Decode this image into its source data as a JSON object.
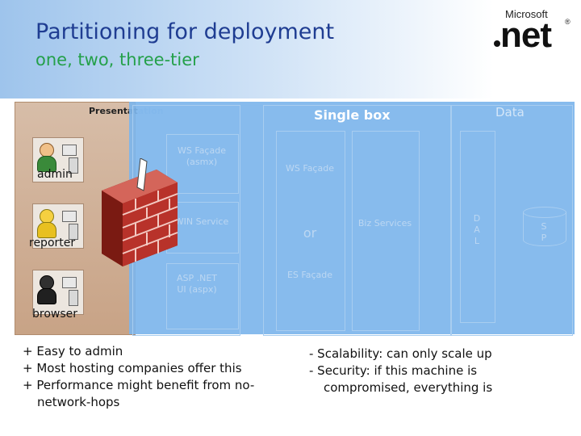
{
  "slide": {
    "title": "Partitioning for deployment",
    "subtitle": "one, two, three-tier"
  },
  "logo": {
    "company": "Microsoft",
    "tm": "®",
    "product": "net"
  },
  "presentation": {
    "label_visible": "Presentat",
    "label_faded": "ation",
    "users": [
      {
        "label": "admin"
      },
      {
        "label": "reporter"
      },
      {
        "label": "browser"
      }
    ]
  },
  "single_box": {
    "title": "Single box",
    "data_label": "Data",
    "ws_facade_asmx": "WS Façade (asmx)",
    "win_service": "WIN Service",
    "asp_net_ui": "ASP .NET UI (aspx)",
    "ws_facade": "WS Façade",
    "or_label": "or",
    "es_facade": "ES Façade",
    "biz_services": "Biz Services",
    "dal": "D A L",
    "sp": "S P"
  },
  "pros": [
    "+ Easy to admin",
    "+ Most hosting companies offer this",
    "+ Performance might benefit from no-",
    "network-hops"
  ],
  "cons": [
    "- Scalability: can only scale up",
    "- Security: if this machine is",
    "compromised, everything is"
  ],
  "colors": {
    "title": "#1f3d92",
    "subtitle": "#24a04a",
    "single_box": "#7db5ec",
    "presentation_bg": "#c8a386"
  }
}
